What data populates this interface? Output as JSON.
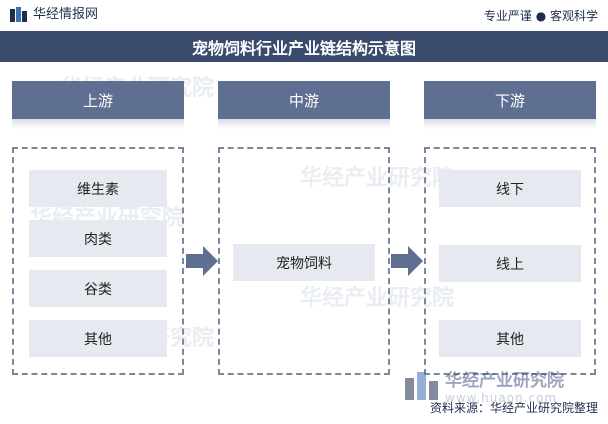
{
  "header": {
    "brand": "华经情报网",
    "slogan": "专业严谨 ● 客观科学"
  },
  "title": "宠物饲料行业产业链结构示意图",
  "stages": {
    "upstream": {
      "label": "上游",
      "items": [
        "维生素",
        "肉类",
        "谷类",
        "其他"
      ]
    },
    "midstream": {
      "label": "中游",
      "items": [
        "宠物饲料"
      ]
    },
    "downstream": {
      "label": "下游",
      "items": [
        "线下",
        "线上",
        "其他"
      ]
    }
  },
  "watermark": {
    "name": "华经产业研究院",
    "url": "www.huaon.com"
  },
  "source": "资料来源：华经产业研究院整理",
  "colors": {
    "title_band": "#3a4a6d",
    "stage_header": "#5f6f92",
    "item_bg": "#e6e9ef",
    "arrow": "#5f6f92"
  }
}
